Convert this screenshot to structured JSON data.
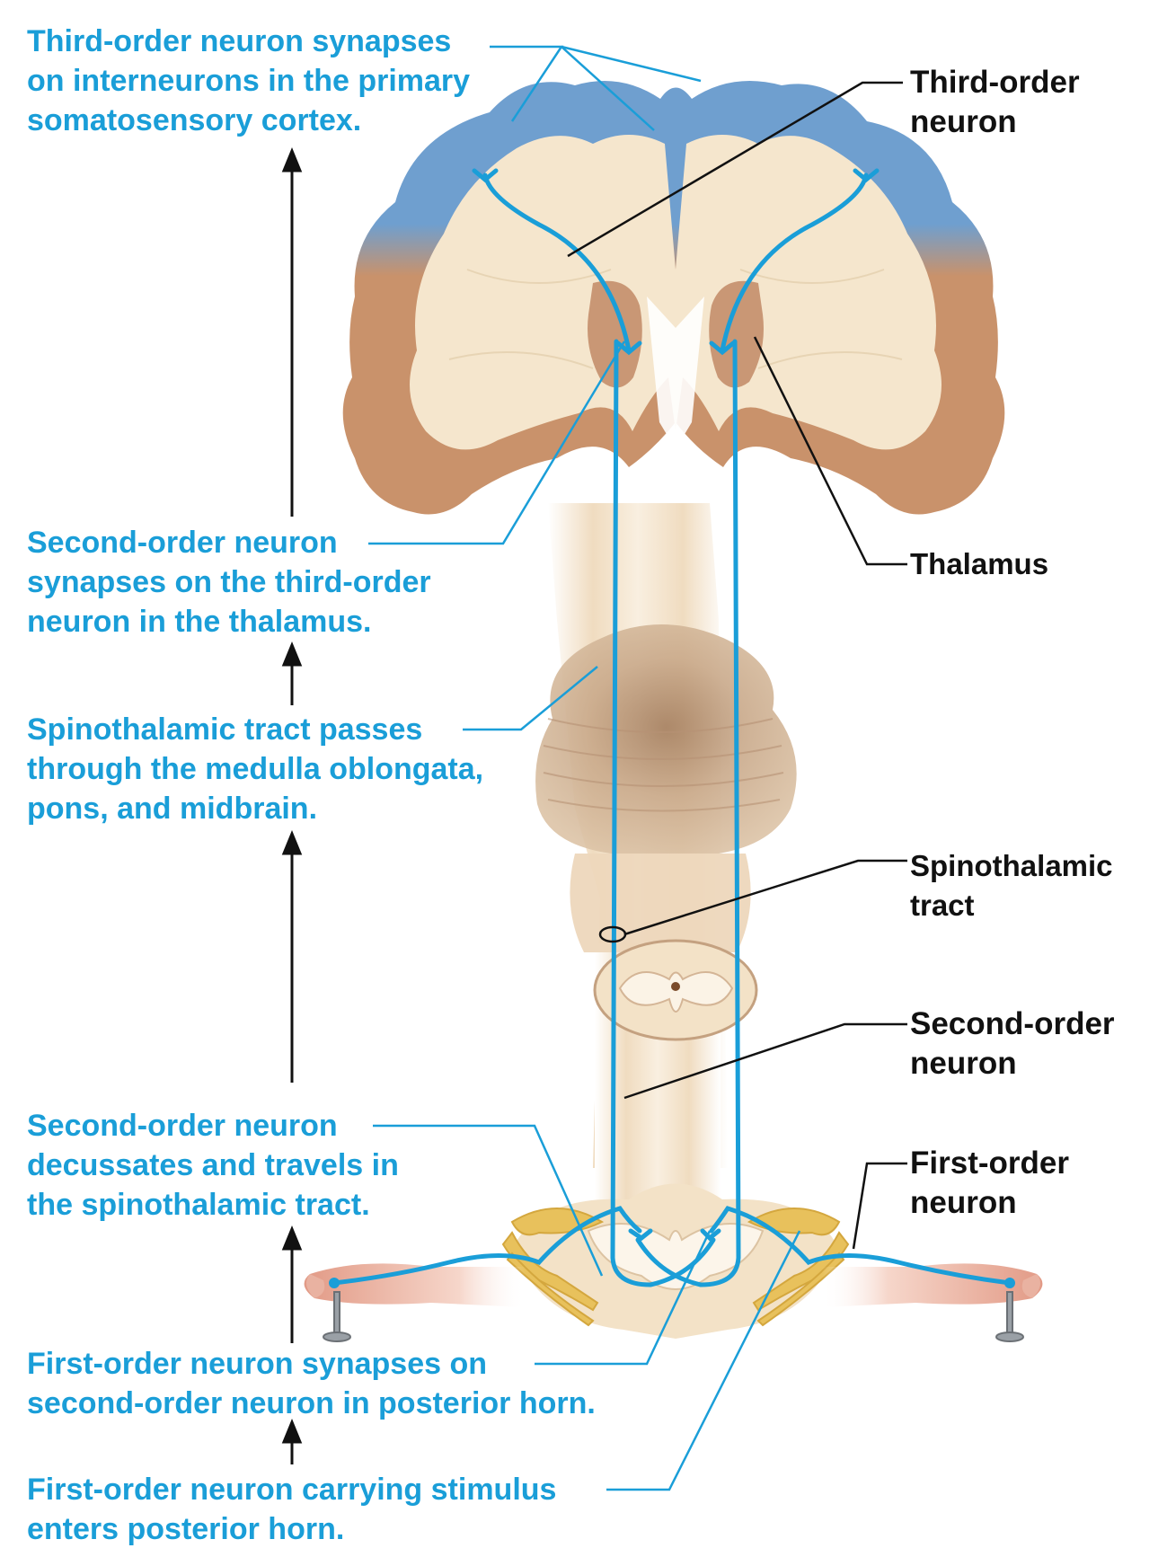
{
  "colors": {
    "pathway_blue": "#1a9ed8",
    "cortex_blue": "#6f9fcf",
    "cortex_tan": "#c9926b",
    "white_matter": "#f3e4cc",
    "thalamus": "#c99775",
    "pons": "#c9a98a",
    "ganglion_yellow": "#e8c15c",
    "skin": "#e8a994"
  },
  "left_labels": {
    "third_order_synapse": [
      "Third-order neuron synapses",
      "on interneurons in the primary",
      "somatosensory cortex."
    ],
    "second_order_synapse": [
      "Second-order neuron",
      "synapses on the third-order",
      "neuron in the thalamus."
    ],
    "tract_passes": [
      "Spinothalamic tract passes",
      "through the medulla oblongata,",
      "pons, and midbrain."
    ],
    "decussates": [
      "Second-order neuron",
      "decussates and travels in",
      "the spinothalamic tract."
    ],
    "first_synapse": [
      "First-order neuron synapses on",
      "second-order neuron in posterior horn."
    ],
    "first_enters": [
      "First-order neuron carrying stimulus",
      "enters posterior horn."
    ]
  },
  "right_labels": {
    "third_order_neuron": [
      "Third-order",
      "neuron"
    ],
    "thalamus": [
      "Thalamus"
    ],
    "spinothalamic_tract": [
      "Spinothalamic",
      "tract"
    ],
    "second_order_neuron": [
      "Second-order",
      "neuron"
    ],
    "first_order_neuron": [
      "First-order",
      "neuron"
    ]
  }
}
